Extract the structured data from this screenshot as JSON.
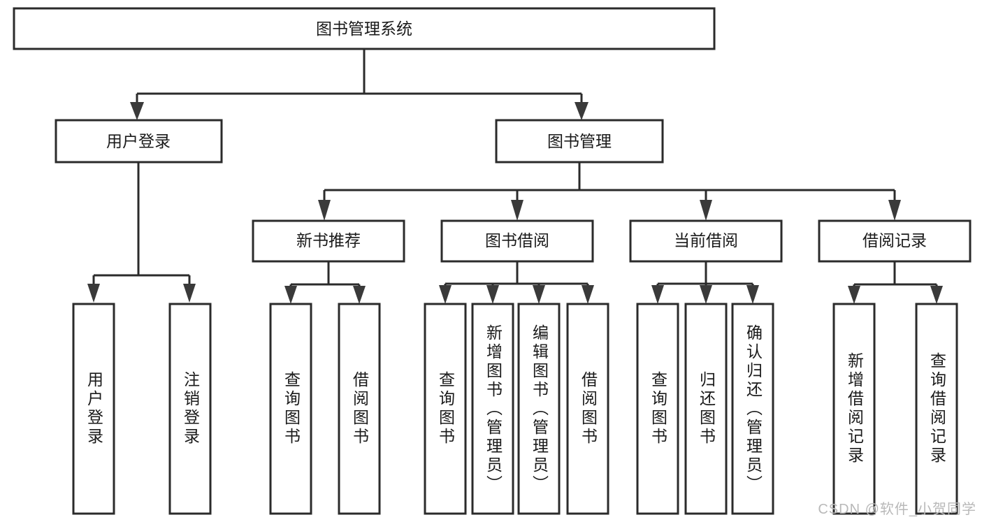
{
  "diagram": {
    "type": "tree",
    "title": "图书管理系统",
    "orientation": "top-down",
    "colors": {
      "box_fill": "#ffffff",
      "box_stroke": "#2b2b2b",
      "text": "#1a1a1a",
      "arrow": "#3a3a3a",
      "background": "#ffffff",
      "watermark": "#b9b9b9"
    },
    "root": {
      "label": "图书管理系统"
    },
    "level2": [
      {
        "label": "用户登录"
      },
      {
        "label": "图书管理"
      }
    ],
    "level3": [
      {
        "label": "新书推荐"
      },
      {
        "label": "图书借阅"
      },
      {
        "label": "当前借阅"
      },
      {
        "label": "借阅记录"
      }
    ],
    "leaves": {
      "user_login": [
        {
          "label": "用户登录"
        },
        {
          "label": "注销登录"
        }
      ],
      "new_book_recommend": [
        {
          "label": "查询图书"
        },
        {
          "label": "借阅图书"
        }
      ],
      "book_borrow": [
        {
          "label": "查询图书"
        },
        {
          "label": "新增图书（管理员）"
        },
        {
          "label": "编辑图书（管理员）"
        },
        {
          "label": "借阅图书"
        }
      ],
      "current_borrow": [
        {
          "label": "查询图书"
        },
        {
          "label": "归还图书"
        },
        {
          "label": "确认归还（管理员）"
        }
      ],
      "borrow_record": [
        {
          "label": "新增借阅记录"
        },
        {
          "label": "查询借阅记录"
        }
      ]
    }
  },
  "watermark": {
    "text": "CSDN @软件_小贺同学"
  }
}
